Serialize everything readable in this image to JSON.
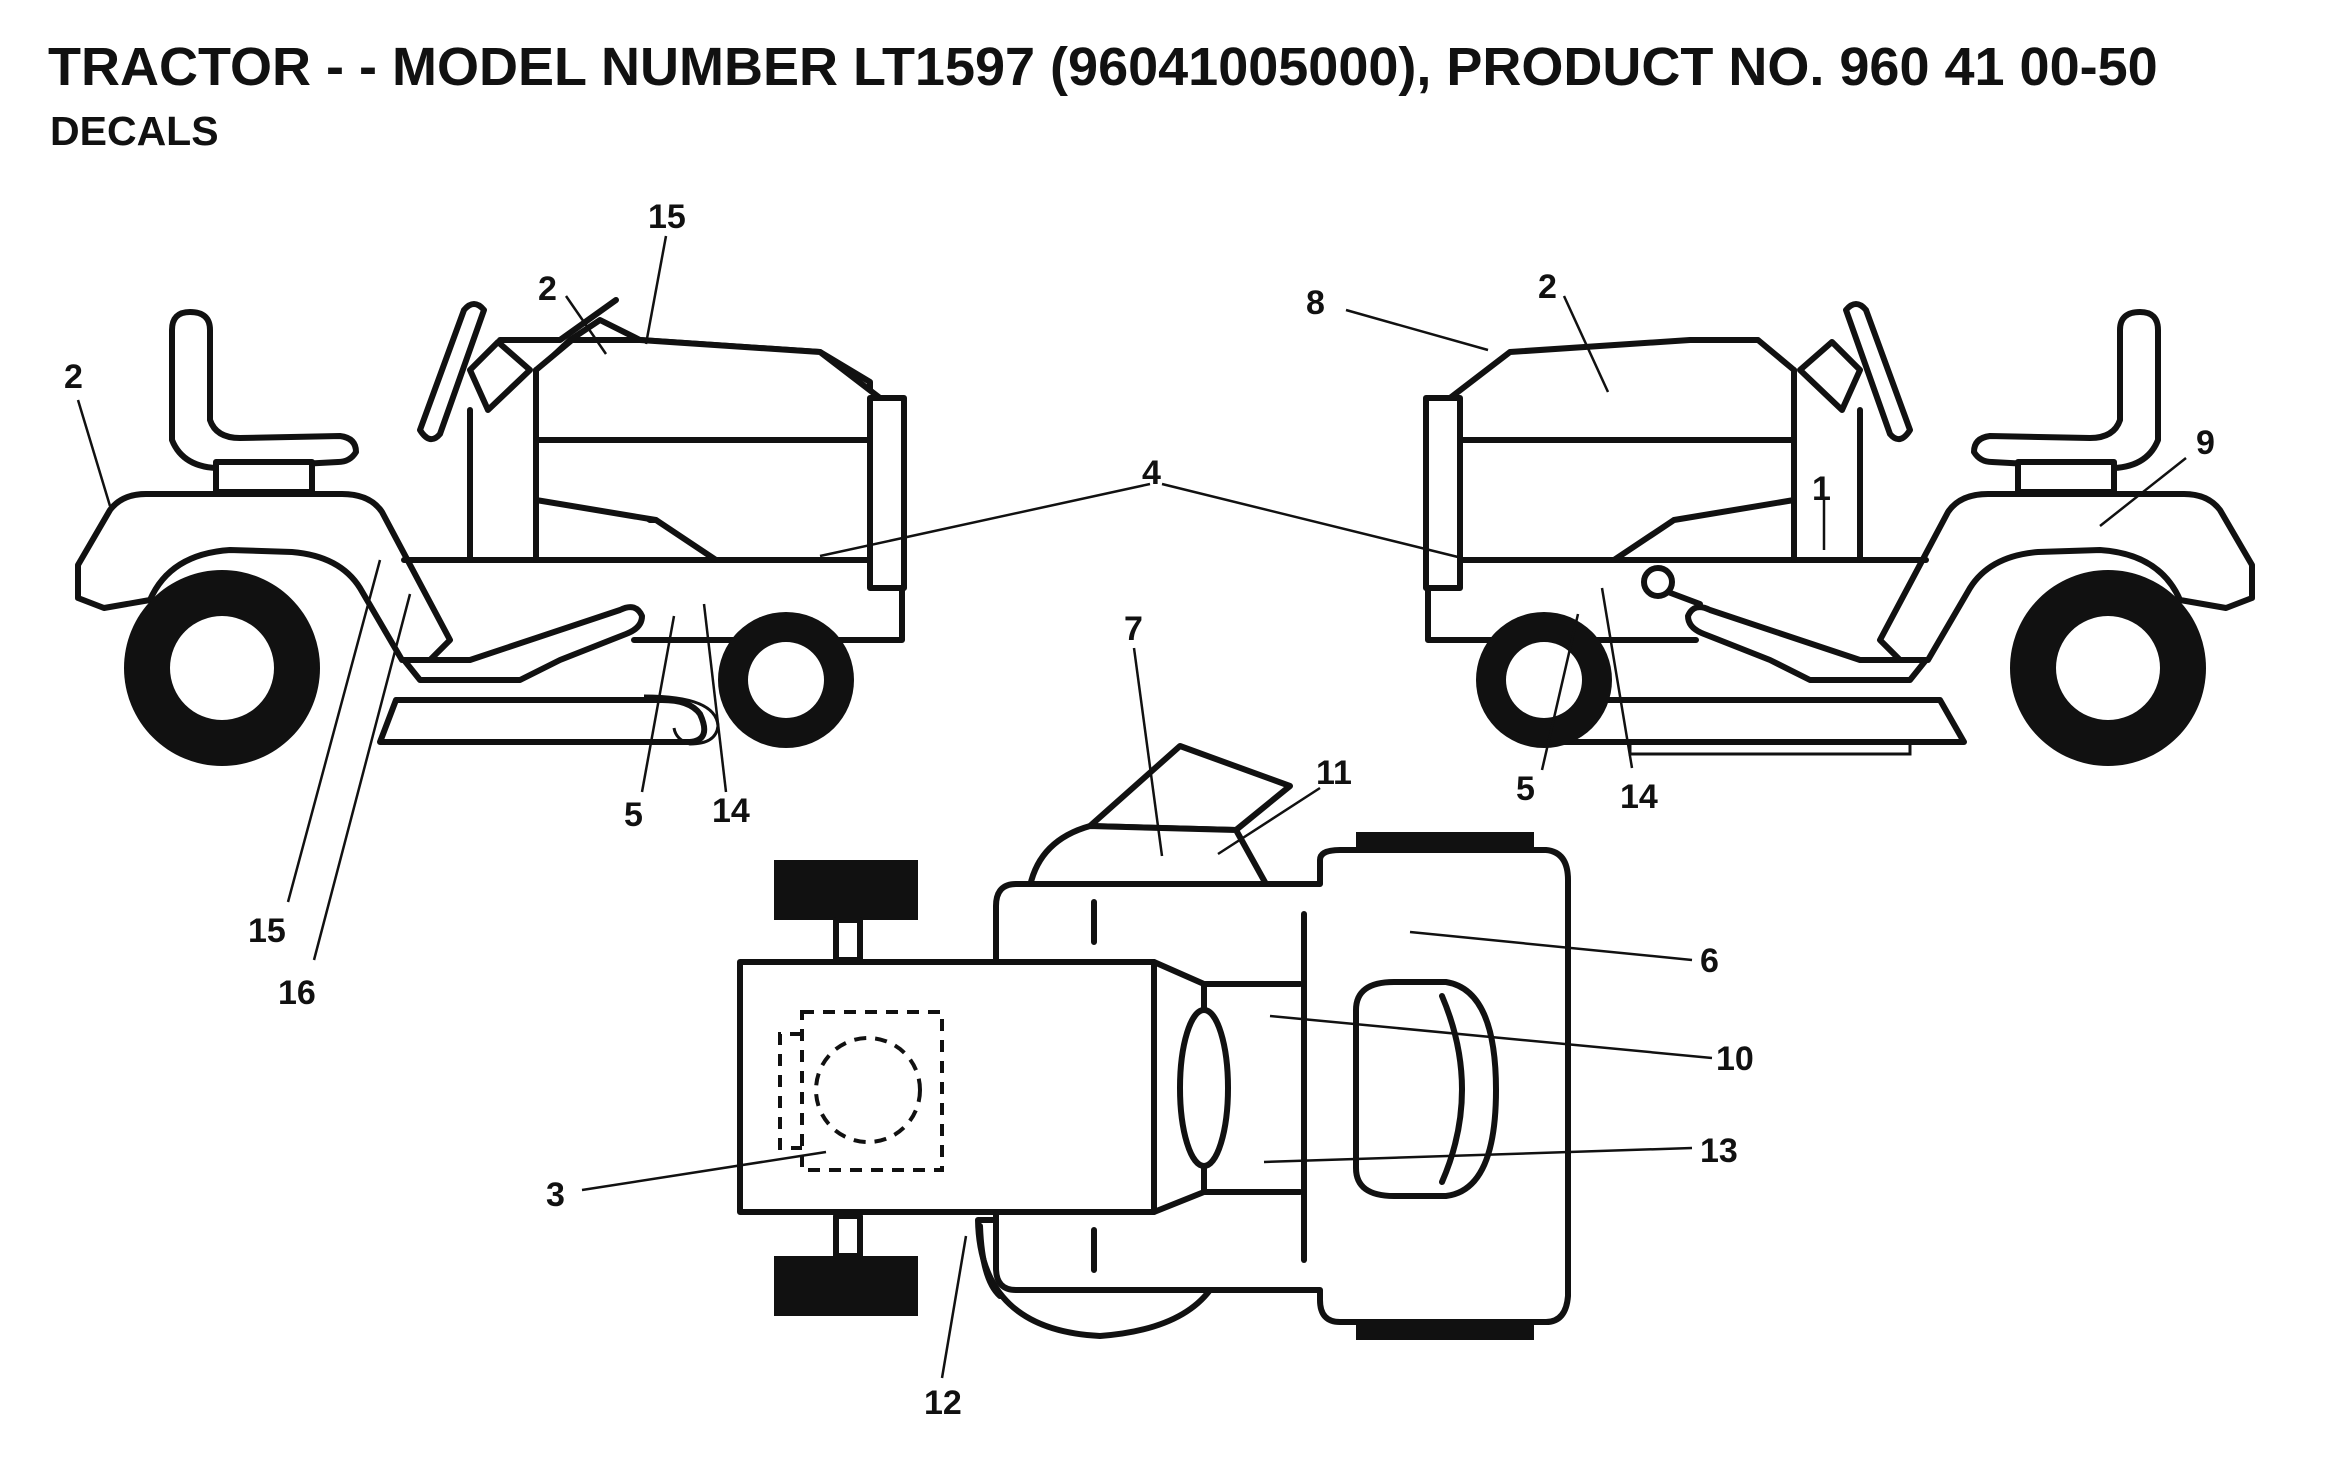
{
  "header": {
    "title": "TRACTOR - - MODEL NUMBER LT1597 (96041005000), PRODUCT NO. 960 41 00-50",
    "subtitle": "DECALS"
  },
  "callouts": {
    "left_view": {
      "hood_top": "15",
      "hood_side": "2",
      "fender": "2",
      "side_panel": "4",
      "footrest": "5",
      "footrest_right": "14",
      "lower_front": "15",
      "lower_rear": "16"
    },
    "right_view": {
      "hood_top": "8",
      "hood_side": "2",
      "side_panel": "4",
      "dash": "1",
      "fender": "9",
      "footrest": "5",
      "footrest_right": "14"
    },
    "top_view": {
      "chute": "7",
      "chute_side": "11",
      "body_top": "6",
      "seat_front": "10",
      "seat_rear": "13",
      "hood_top": "3",
      "deck": "12"
    }
  }
}
